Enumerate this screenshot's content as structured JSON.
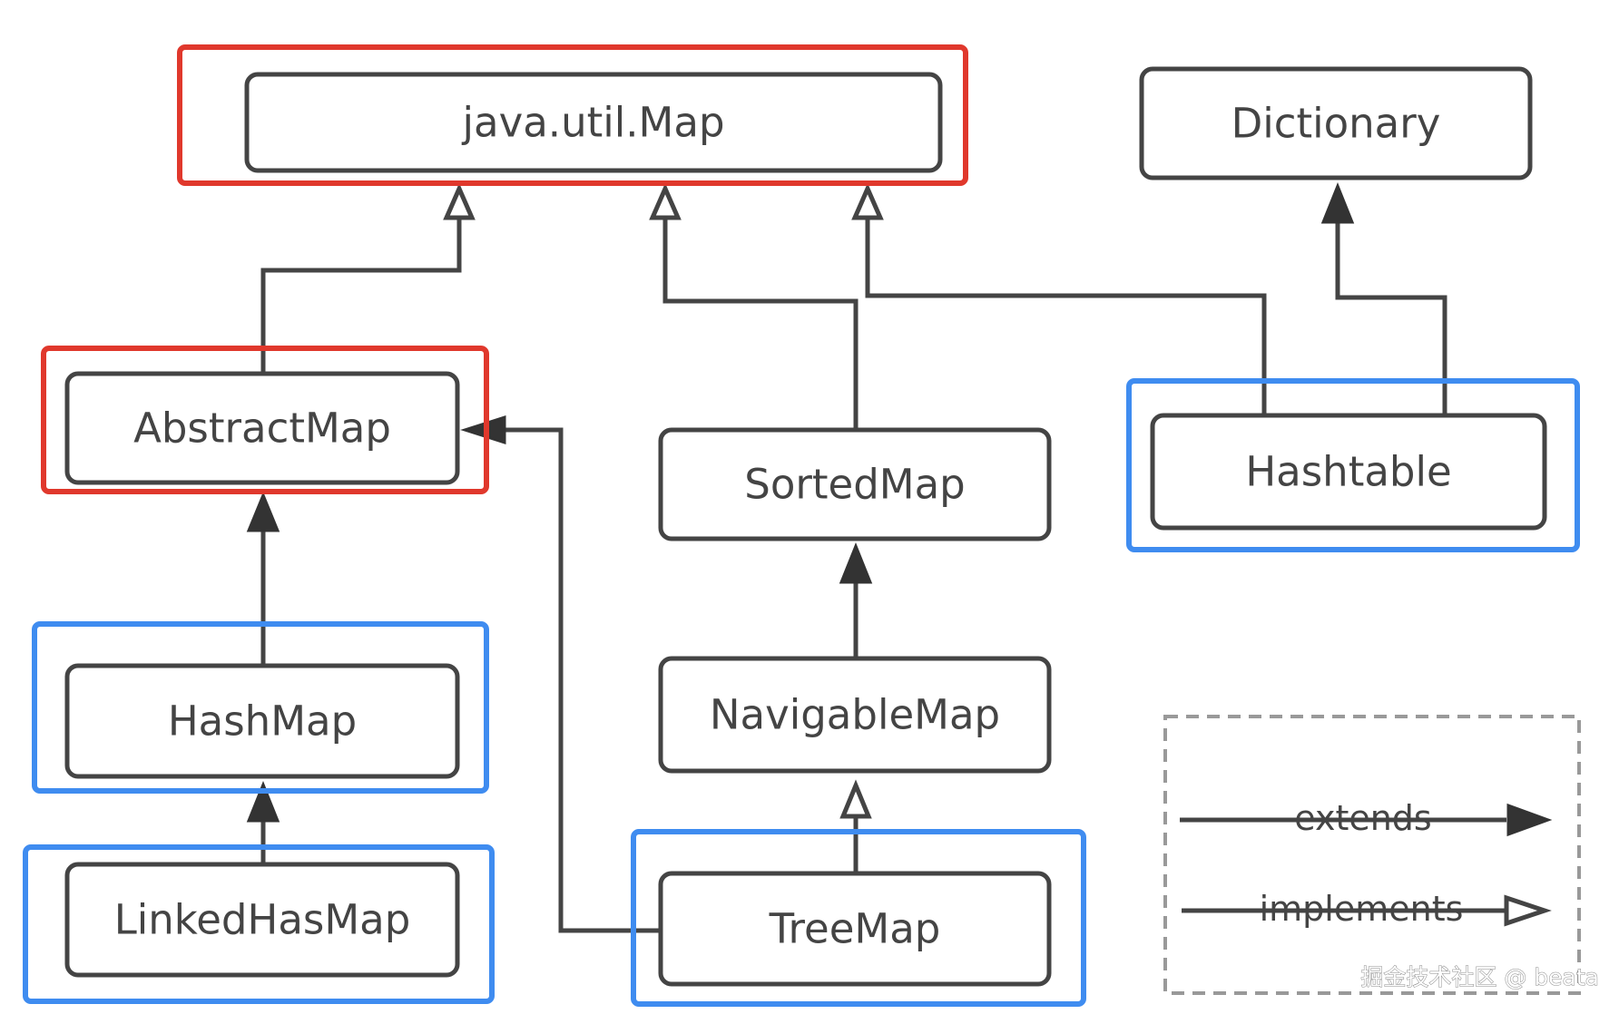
{
  "nodes": {
    "map": "java.util.Map",
    "dictionary": "Dictionary",
    "abstract_map": "AbstractMap",
    "sorted_map": "SortedMap",
    "hashtable": "Hashtable",
    "hash_map": "HashMap",
    "navigable_map": "NavigableMap",
    "linked_hash_map": "LinkedHasMap",
    "tree_map": "TreeMap"
  },
  "edges": [
    {
      "from": "AbstractMap",
      "to": "java.util.Map",
      "kind": "implements"
    },
    {
      "from": "SortedMap",
      "to": "java.util.Map",
      "kind": "implements"
    },
    {
      "from": "Hashtable",
      "to": "java.util.Map",
      "kind": "implements"
    },
    {
      "from": "Hashtable",
      "to": "Dictionary",
      "kind": "extends"
    },
    {
      "from": "HashMap",
      "to": "AbstractMap",
      "kind": "extends"
    },
    {
      "from": "TreeMap",
      "to": "AbstractMap",
      "kind": "extends"
    },
    {
      "from": "NavigableMap",
      "to": "SortedMap",
      "kind": "extends"
    },
    {
      "from": "LinkedHasMap",
      "to": "HashMap",
      "kind": "extends"
    },
    {
      "from": "TreeMap",
      "to": "NavigableMap",
      "kind": "implements"
    }
  ],
  "highlights": {
    "red": [
      "java.util.Map",
      "AbstractMap"
    ],
    "blue": [
      "Hashtable",
      "HashMap",
      "LinkedHasMap",
      "TreeMap"
    ],
    "red_color": "#e0382c",
    "blue_color": "#3f8cf0"
  },
  "legend": {
    "extends_label": "extends",
    "implements_label": "implements"
  },
  "watermark": "掘金技术社区 @ beata"
}
